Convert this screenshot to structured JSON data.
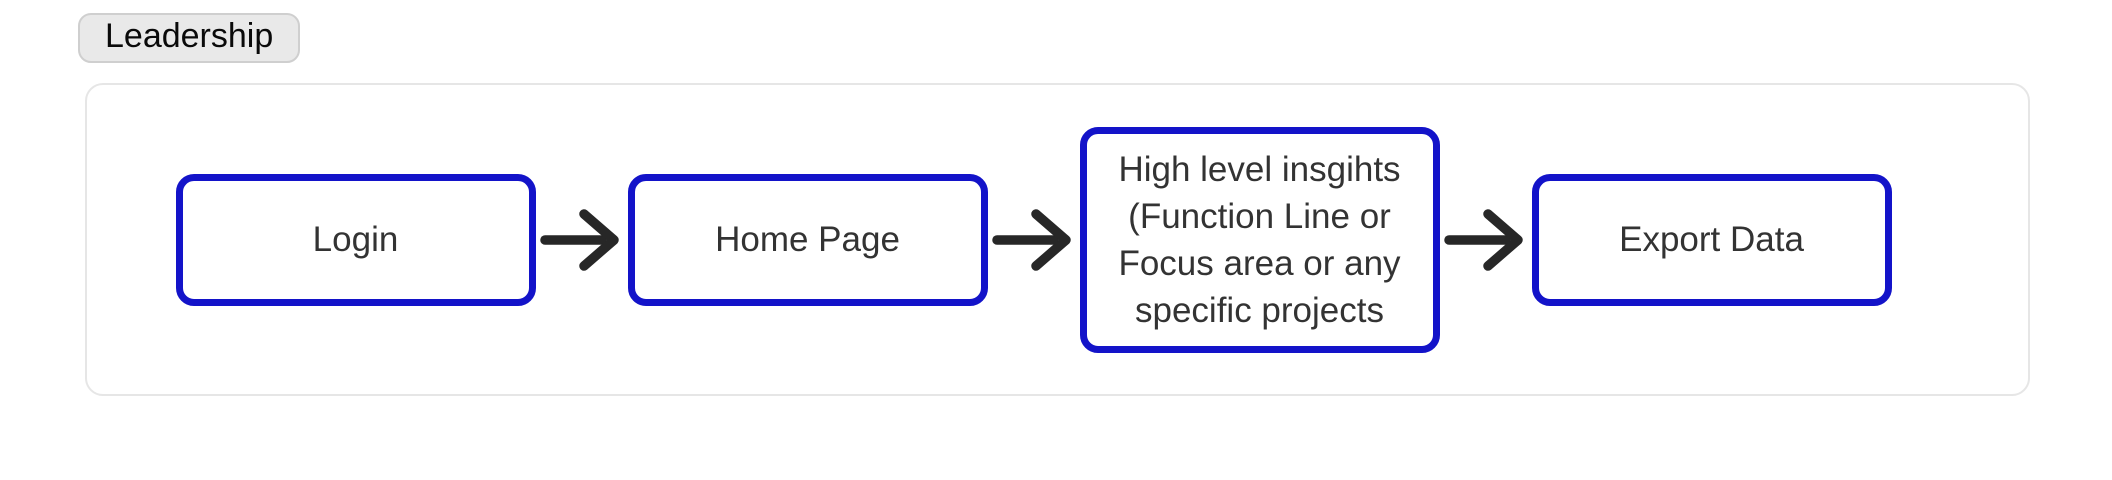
{
  "badge": {
    "label": "Leadership"
  },
  "diagram": {
    "nodes": [
      {
        "id": "login",
        "label": "Login"
      },
      {
        "id": "home-page",
        "label": "Home Page"
      },
      {
        "id": "high-level-insights",
        "label": "High level insgihts\n(Function Line or\nFocus area or any\nspecific projects"
      },
      {
        "id": "export-data",
        "label": "Export Data"
      }
    ],
    "connector": "arrow-right"
  },
  "colors": {
    "node_border": "#1313C9",
    "arrow": "#272727",
    "node_text": "#333333",
    "badge_bg": "#E9E9E9",
    "badge_border": "#CFCFCF",
    "badge_text": "#0A0A0A",
    "container_border": "#E6E6E6",
    "page_bg": "#FFFFFF"
  }
}
